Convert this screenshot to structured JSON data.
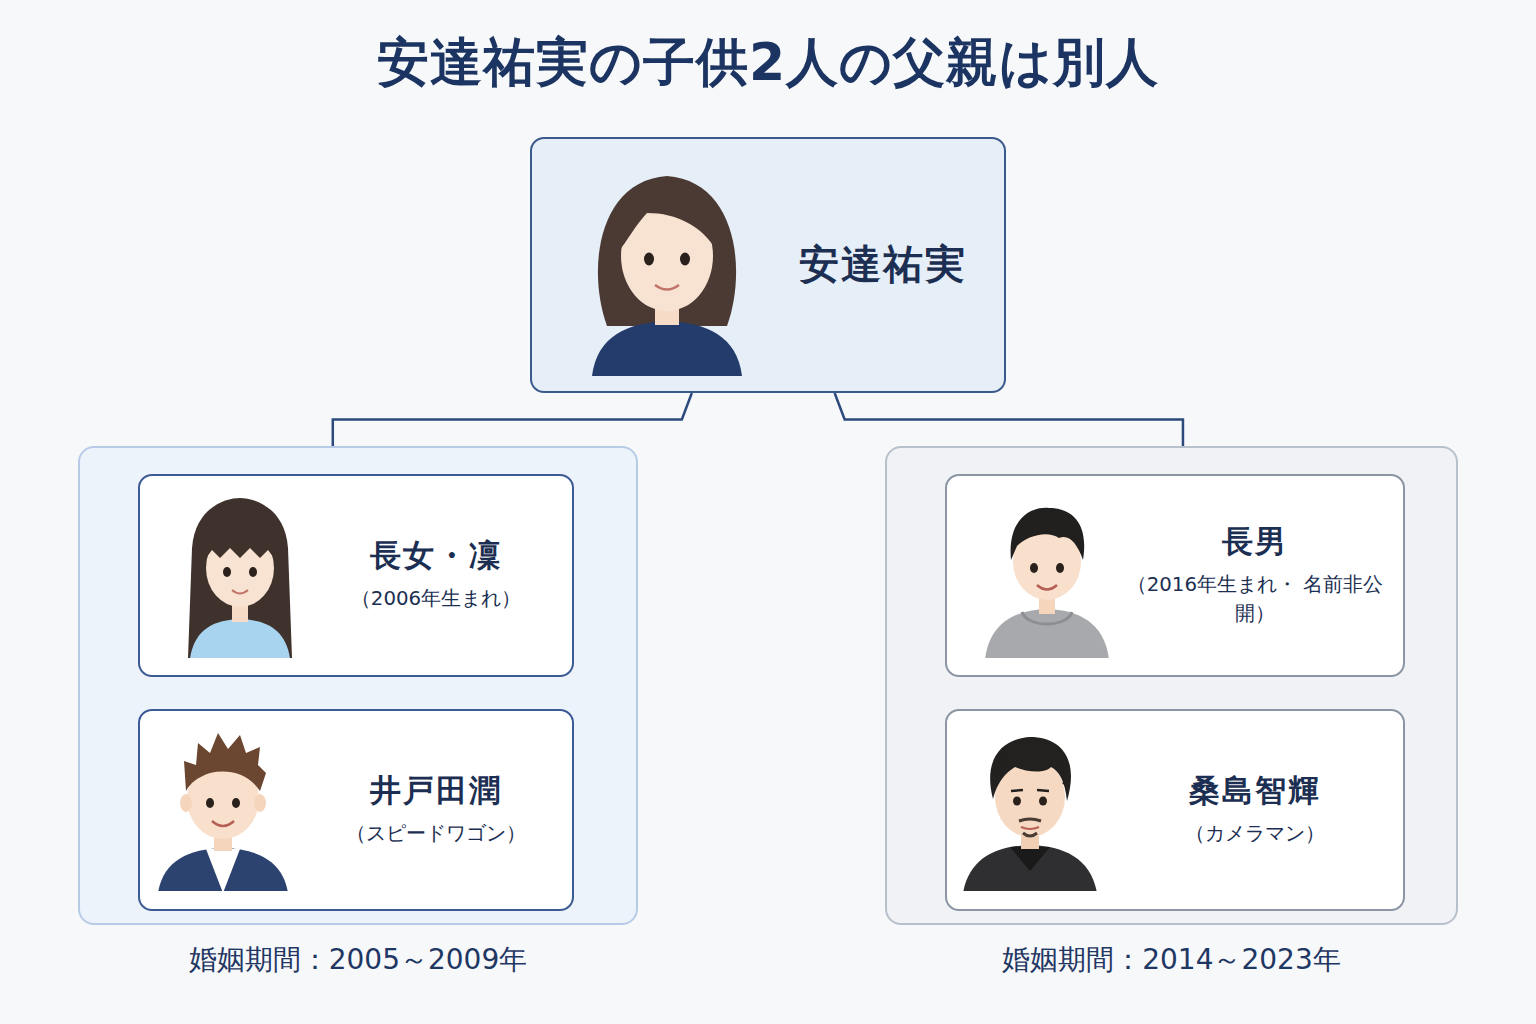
{
  "diagram": {
    "title": "安達祐実の子供2人の父親は別人",
    "nodes": [
      {
        "text": [
          "安達祐実"
        ]
      },
      {
        "text": [
          "婚姻期間：2005～2009年"
        ]
      },
      {
        "text": [
          "長女・凜",
          "（2006年生まれ）"
        ],
        "in": 1
      },
      {
        "text": [
          "井戸田潤",
          "（スピードワゴン）"
        ],
        "in": 1
      },
      {
        "text": [
          "婚姻期間：2014～2023年"
        ]
      },
      {
        "text": [
          "長男",
          "（2016年生まれ・ 名前非公開）"
        ],
        "in": 4
      },
      {
        "text": [
          "桑島智輝",
          "（カメラマン）"
        ],
        "in": 4
      }
    ],
    "edges": [
      {
        "from": 0,
        "to": 1,
        "arrow": "none"
      },
      {
        "from": 0,
        "to": 4,
        "arrow": "none"
      },
      {
        "from": 2,
        "to": 3,
        "arrow": "none"
      },
      {
        "from": 5,
        "to": 6,
        "arrow": "none"
      }
    ]
  }
}
